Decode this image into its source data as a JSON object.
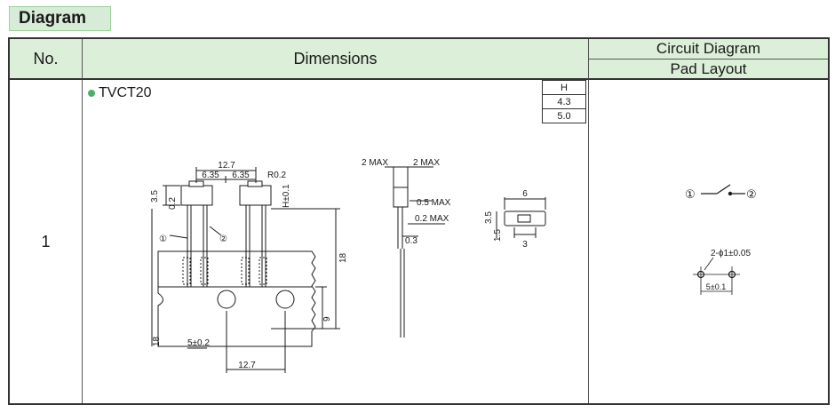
{
  "section_title": "Diagram",
  "headers": {
    "no": "No.",
    "dimensions": "Dimensions",
    "circuit": "Circuit Diagram",
    "pad": "Pad Layout"
  },
  "row": {
    "no": "1",
    "model": "TVCT20",
    "h_table": {
      "header": "H",
      "values": [
        "4.3",
        "5.0"
      ]
    },
    "dims": {
      "d12_7_top": "12.7",
      "d6_35_a": "6.35",
      "d6_35_b": "6.35",
      "r0_2": "R0.2",
      "d3_5": "3.5",
      "d0_2": "0.2",
      "h_tol": "H±0.1",
      "d18_right": "18",
      "d9": "9",
      "d18_left": "18",
      "d5_02": "5±0.2",
      "d12_7_bottom": "12.7",
      "pin1": "①",
      "pin2": "②",
      "max2a": "2 MAX",
      "max2b": "2 MAX",
      "max05": "0.5 MAX",
      "max02": "0.2 MAX",
      "d0_3": "0.3",
      "d6": "6",
      "d3_5_side": "3.5",
      "d1_5": "1.5",
      "d3": "3"
    },
    "circuit": {
      "n1": "①",
      "n2": "②"
    },
    "pad": {
      "holes": "2-ϕ1±0.05",
      "pitch": "5±0.1"
    }
  },
  "colors": {
    "header_bg": "#dcefd9",
    "tag_bg": "#d7ecd6",
    "bullet": "#4caf6a"
  }
}
